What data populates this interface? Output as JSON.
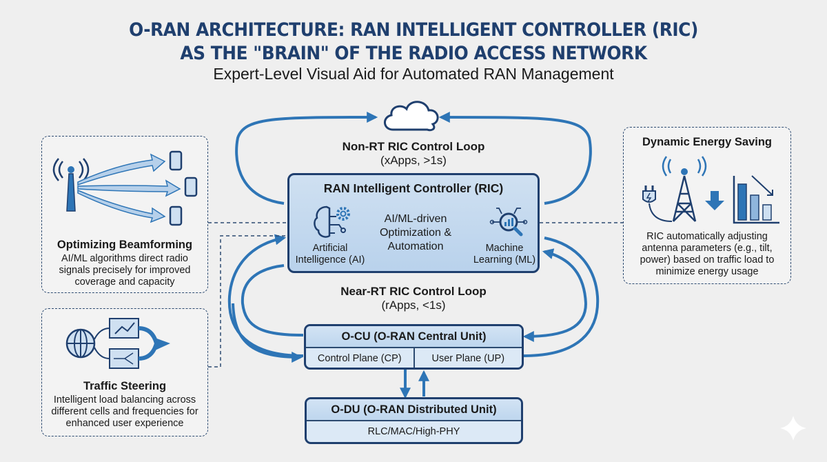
{
  "header": {
    "title_line1": "O-RAN ARCHITECTURE: RAN INTELLIGENT CONTROLLER (RIC)",
    "title_line2": "AS THE \"BRAIN\" OF THE RADIO ACCESS NETWORK",
    "subtitle": "Expert-Level Visual Aid for Automated RAN Management"
  },
  "loops": {
    "non_rt": {
      "title": "Non-RT RIC Control Loop",
      "detail": "(xApps, >1s)"
    },
    "near_rt": {
      "title": "Near-RT RIC Control Loop",
      "detail": "(rApps, <1s)"
    }
  },
  "ric": {
    "title": "RAN Intelligent Controller (RIC)",
    "center_text": "AI/ML-driven Optimization & Automation",
    "ai_label": "Artificial Intelligence (AI)",
    "ml_label": "Machine Learning (ML)"
  },
  "ocu": {
    "title": "O-CU (O-RAN Central Unit)",
    "planes": [
      "Control Plane (CP)",
      "User Plane (UP)"
    ]
  },
  "odu": {
    "title": "O-DU (O-RAN Distributed Unit)",
    "layers": "RLC/MAC/High-PHY"
  },
  "use_cases": {
    "beamforming": {
      "title": "Optimizing Beamforming",
      "description": "AI/ML algorithms direct radio signals precisely for improved coverage and capacity"
    },
    "traffic_steering": {
      "title": "Traffic Steering",
      "description": "Intelligent load balancing across different cells and frequencies for enhanced user experience"
    },
    "energy_saving": {
      "title": "Dynamic Energy Saving",
      "description": "RIC automatically adjusting antenna parameters (e.g., tilt, power) based on traffic load to minimize energy usage"
    }
  },
  "colors": {
    "primary": "#1f3f6e",
    "accent": "#2e75b6",
    "box_fill": "#c6dbef",
    "background": "#efefef"
  }
}
